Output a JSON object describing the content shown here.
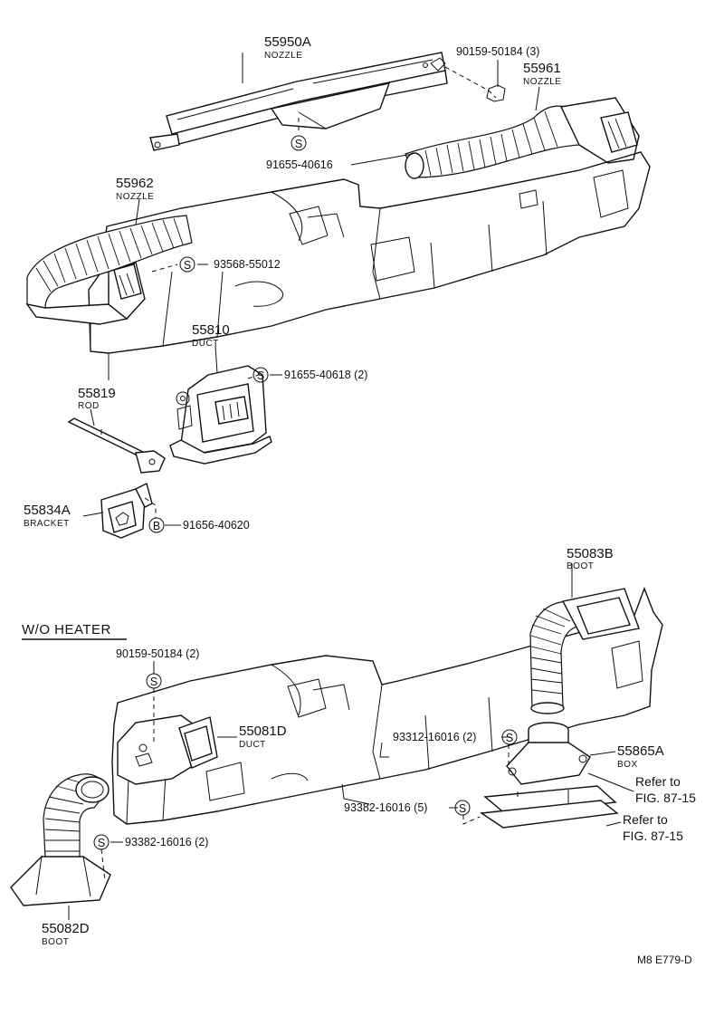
{
  "section_label": "W/O HEATER",
  "parts": {
    "p55950A": {
      "number": "55950A",
      "name": "NOZZLE"
    },
    "p55961": {
      "number": "55961",
      "name": "NOZZLE"
    },
    "p55962": {
      "number": "55962",
      "name": "NOZZLE"
    },
    "p55810": {
      "number": "55810",
      "name": "DUCT"
    },
    "p55819": {
      "number": "55819",
      "name": "ROD"
    },
    "p55834A": {
      "number": "55834A",
      "name": "BRACKET"
    },
    "p55083B": {
      "number": "55083B",
      "name": "BOOT"
    },
    "p55081D": {
      "number": "55081D",
      "name": "DUCT"
    },
    "p55865A": {
      "number": "55865A",
      "name": "BOX"
    },
    "p55082D": {
      "number": "55082D",
      "name": "BOOT"
    }
  },
  "fasteners": {
    "f90159_top": "90159-50184 (3)",
    "f91655_40616": "91655-40616",
    "f93568": "93568-55012",
    "f91655_40618": "91655-40618 (2)",
    "f91656": "91656-40620",
    "f90159_wo": "90159-50184 (2)",
    "f93312": "93312-16016 (2)",
    "f93382_5": "93382-16016 (5)",
    "f93382_2": "93382-16016 (2)"
  },
  "symbols": {
    "s": "S",
    "b": "B"
  },
  "refs": {
    "ref1_line1": "Refer to",
    "ref1_line2": "FIG. 87-15",
    "ref2_line1": "Refer to",
    "ref2_line2": "FIG. 87-15"
  },
  "footer_code": "M8  E779-D"
}
